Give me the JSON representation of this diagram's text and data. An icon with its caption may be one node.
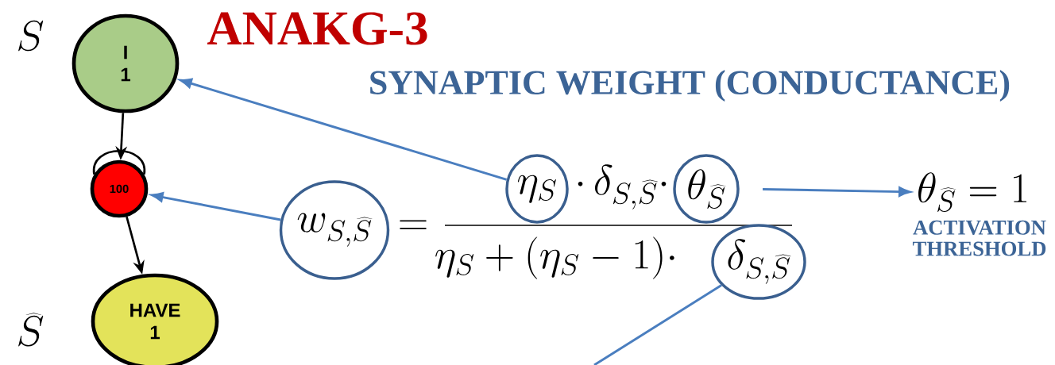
{
  "diagram": {
    "title": "ANAKG-3",
    "nodes": [
      {
        "text": [
          "I",
          "1"
        ]
      },
      {
        "text": [
          "100"
        ]
      },
      {
        "text": [
          "HAVE",
          "1"
        ]
      },
      {
        "text": [
          "w_{S,\\widehat{S}}"
        ]
      },
      {
        "text": [
          "\\eta_S"
        ]
      },
      {
        "text": [
          "\\theta_{\\widehat{S}}"
        ]
      },
      {
        "text": [
          "\\delta_{S,\\widehat{S}}"
        ]
      },
      {
        "text": [
          "\\theta_{\\widehat{S}}=1"
        ],
        "beside": [
          "ACTIVATION THRESHOLD"
        ]
      }
    ],
    "edges": [
      {
        "from": 0,
        "to": 1,
        "arrow": "to",
        "color": "#000000"
      },
      {
        "from": 1,
        "to": 1,
        "arrow": "none",
        "color": "#000000"
      },
      {
        "from": 1,
        "to": 2,
        "arrow": "to",
        "color": "#000000"
      },
      {
        "from": 4,
        "to": 0,
        "arrow": "to"
      },
      {
        "from": 3,
        "to": 1,
        "arrow": "to"
      },
      {
        "from": 5,
        "to": 7,
        "arrow": "to"
      },
      {
        "from": 6,
        "to": null,
        "arrow": "none"
      }
    ],
    "labels": [
      "S",
      "SYNAPTIC WEIGHT (CONDUCTANCE)",
      "\\cdot\\,\\delta_{S,\\widehat{S}}\\cdot",
      "=",
      "\\eta_S+(\\eta_S-1)\\cdot",
      "\\widehat{S}"
    ]
  }
}
